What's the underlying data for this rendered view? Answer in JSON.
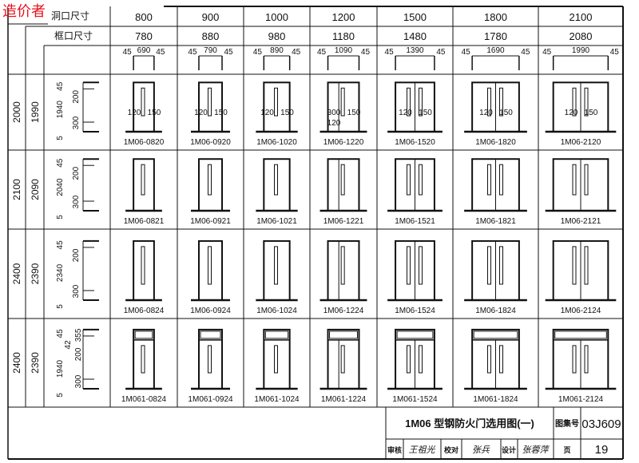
{
  "watermark": "造价者",
  "header": {
    "hole_label": "洞口尺寸",
    "frame_label": "框口尺寸"
  },
  "columns": [
    {
      "hole": "800",
      "frame": "780",
      "fw": 780,
      "dims": [
        "45",
        "690",
        "45"
      ],
      "type": "single"
    },
    {
      "hole": "900",
      "frame": "880",
      "fw": 880,
      "dims": [
        "45",
        "790",
        "45"
      ],
      "type": "single"
    },
    {
      "hole": "1000",
      "frame": "980",
      "fw": 980,
      "dims": [
        "45",
        "890",
        "45"
      ],
      "type": "single"
    },
    {
      "hole": "1200",
      "frame": "1180",
      "fw": 1180,
      "dims": [
        "45",
        "1090",
        "45"
      ],
      "type": "mother-son"
    },
    {
      "hole": "1500",
      "frame": "1480",
      "fw": 1480,
      "dims": [
        "45",
        "1390",
        "45"
      ],
      "type": "double"
    },
    {
      "hole": "1800",
      "frame": "1780",
      "fw": 1780,
      "dims": [
        "45",
        "1690",
        "45"
      ],
      "type": "double"
    },
    {
      "hole": "2100",
      "frame": "2080",
      "fw": 2080,
      "dims": [
        "45",
        "1990",
        "45"
      ],
      "type": "double"
    }
  ],
  "rows": [
    {
      "hole": "2000",
      "frame": "1990",
      "fh": 1990,
      "transom": false,
      "dims": [
        "45",
        "200",
        "1940",
        "300",
        "5"
      ],
      "codes": [
        "1M06-0820",
        "1M06-0920",
        "1M06-1020",
        "1M06-1220",
        "1M06-1520",
        "1M06-1820",
        "1M06-2120"
      ],
      "annotations": [
        [
          "120",
          "150"
        ],
        [
          "120",
          "150"
        ],
        [
          "120",
          "150"
        ],
        [
          "300",
          "150",
          "120"
        ],
        [
          "120",
          "150"
        ],
        [
          "120",
          "150"
        ],
        [
          "120",
          "150"
        ]
      ]
    },
    {
      "hole": "2100",
      "frame": "2090",
      "fh": 2090,
      "transom": false,
      "dims": [
        "45",
        "200",
        "2040",
        "300",
        "5"
      ],
      "codes": [
        "1M06-0821",
        "1M06-0921",
        "1M06-1021",
        "1M06-1221",
        "1M06-1521",
        "1M06-1821",
        "1M06-2121"
      ]
    },
    {
      "hole": "2400",
      "frame": "2390",
      "fh": 2390,
      "transom": false,
      "dims": [
        "45",
        "200",
        "2340",
        "300",
        "5"
      ],
      "codes": [
        "1M06-0824",
        "1M06-0924",
        "1M06-1024",
        "1M06-1224",
        "1M06-1524",
        "1M06-1824",
        "1M06-2124"
      ]
    },
    {
      "hole": "2400",
      "frame": "2390",
      "fh": 2390,
      "transom": true,
      "dims": [
        "45",
        "355",
        "42",
        "200",
        "1940",
        "300",
        "5"
      ],
      "codes": [
        "1M061-0824",
        "1M061-0924",
        "1M061-1024",
        "1M061-1224",
        "1M061-1524",
        "1M061-1824",
        "1M061-2124"
      ]
    }
  ],
  "title_block": {
    "title": "1M06 型钢防火门选用图(一)",
    "atlas_label": "图集号",
    "atlas_no": "03J609",
    "review_label": "审核",
    "review_sign": "王祖光",
    "check_label": "校对",
    "check_sign": "张兵",
    "design_label": "设计",
    "design_sign": "张蓉萍",
    "page_label": "页",
    "page_no": "19"
  }
}
